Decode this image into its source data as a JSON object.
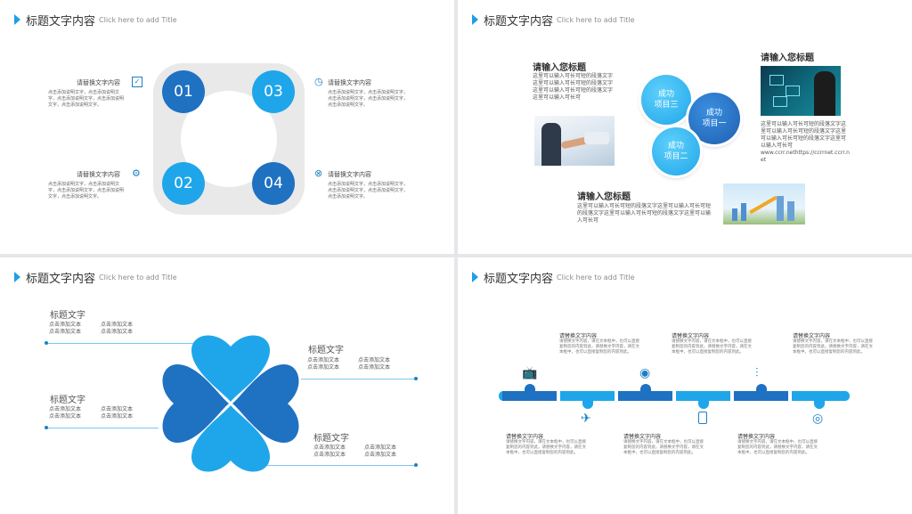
{
  "header": {
    "title": "标题文字内容",
    "subtitle": "Click here to add Title"
  },
  "slide1": {
    "items": [
      {
        "num": "01",
        "label": "请替换文字内容",
        "icon": "checkbox-icon",
        "text": "点击添加说明文字，点击添加说明文字，点击添加说明文字，点击添加说明文字，点击添加说明文字。"
      },
      {
        "num": "02",
        "label": "请替换文字内容",
        "icon": "gear-icon",
        "text": "点击添加说明文字，点击添加说明文字，点击添加说明文字，点击添加说明文字，点击添加说明文字。"
      },
      {
        "num": "03",
        "label": "请替换文字内容",
        "icon": "clock-icon",
        "text": "点击添加说明文字，点击添加说明文字，点击添加说明文字，点击添加说明文字，点击添加说明文字。"
      },
      {
        "num": "04",
        "label": "请替换文字内容",
        "icon": "close-circle-icon",
        "text": "点击添加说明文字，点击添加说明文字，点击添加说明文字，点击添加说明文字，点击添加说明文字。"
      }
    ],
    "colors": {
      "dark": "#1f71c2",
      "light": "#1fa6ea",
      "ring": "#e9e9ea"
    }
  },
  "slide2": {
    "block1": {
      "title": "请输入您标题",
      "text": "这里可以输入可长可短的段落文字这里可以输入可长可短的段落文字这里可以输入可长可短的段落文字这里可以输入可长可"
    },
    "block2": {
      "title": "请输入您标题",
      "text": "这里可以输入可长可短的段落文字这里可以输入可长可短的段落文字这里可以输入可长可短的段落文字这里可以输入可长可"
    },
    "block3": {
      "title": "请输入您标题",
      "text": "这里可以输入可长可短的段落文字这里可以输入可长可短的段落文字这里可以输入可长可短的段落文字这里可以输入可长可",
      "link": "www.ccrr.nethttps://ccrrnet.ccrr.net"
    },
    "bubbles": [
      {
        "line1": "成功",
        "line2": "项目三"
      },
      {
        "line1": "成功",
        "line2": "项目一"
      },
      {
        "line1": "成功",
        "line2": "项目二"
      }
    ]
  },
  "slide3": {
    "groups": [
      {
        "title": "标题文字",
        "c1": "点击添加文本",
        "c2": "点击添加文本",
        "c3": "点击添加文本",
        "c4": "点击添加文本"
      },
      {
        "title": "标题文字",
        "c1": "点击添加文本",
        "c2": "点击添加文本",
        "c3": "点击添加文本",
        "c4": "点击添加文本"
      },
      {
        "title": "标题文字",
        "c1": "点击添加文本",
        "c2": "点击添加文本",
        "c3": "点击添加文本",
        "c4": "点击添加文本"
      },
      {
        "title": "标题文字",
        "c1": "点击添加文本",
        "c2": "点击添加文本",
        "c3": "点击添加文本",
        "c4": "点击添加文本"
      }
    ]
  },
  "slide4": {
    "items": [
      {
        "title": "请替换文字内容",
        "text": "请替换文字内容，请在文本框中，也可以直接复制您的内容到此，请替换文字内容，请在文本框中，也可以直接复制您的内容到此。"
      },
      {
        "title": "请替换文字内容",
        "text": "请替换文字内容，请在文本框中，也可以直接复制您的内容到此，请替换文字内容，请在文本框中，也可以直接复制您的内容到此。"
      },
      {
        "title": "请替换文字内容",
        "text": "请替换文字内容，请在文本框中，也可以直接复制您的内容到此，请替换文字内容，请在文本框中，也可以直接复制您的内容到此。"
      },
      {
        "title": "请替换文字内容",
        "text": "请替换文字内容，请在文本框中，也可以直接复制您的内容到此，请替换文字内容，请在文本框中，也可以直接复制您的内容到此。"
      },
      {
        "title": "请替换文字内容",
        "text": "请替换文字内容，请在文本框中，也可以直接复制您的内容到此，请替换文字内容，请在文本框中，也可以直接复制您的内容到此。"
      },
      {
        "title": "请替换文字内容",
        "text": "请替换文字内容，请在文本框中，也可以直接复制您的内容到此，请替换文字内容，请在文本框中，也可以直接复制您的内容到此。"
      }
    ],
    "icons": [
      "tv-icon",
      "paper-plane-icon",
      "camera-icon",
      "tablet-icon",
      "equalizer-icon",
      "disc-icon"
    ]
  }
}
